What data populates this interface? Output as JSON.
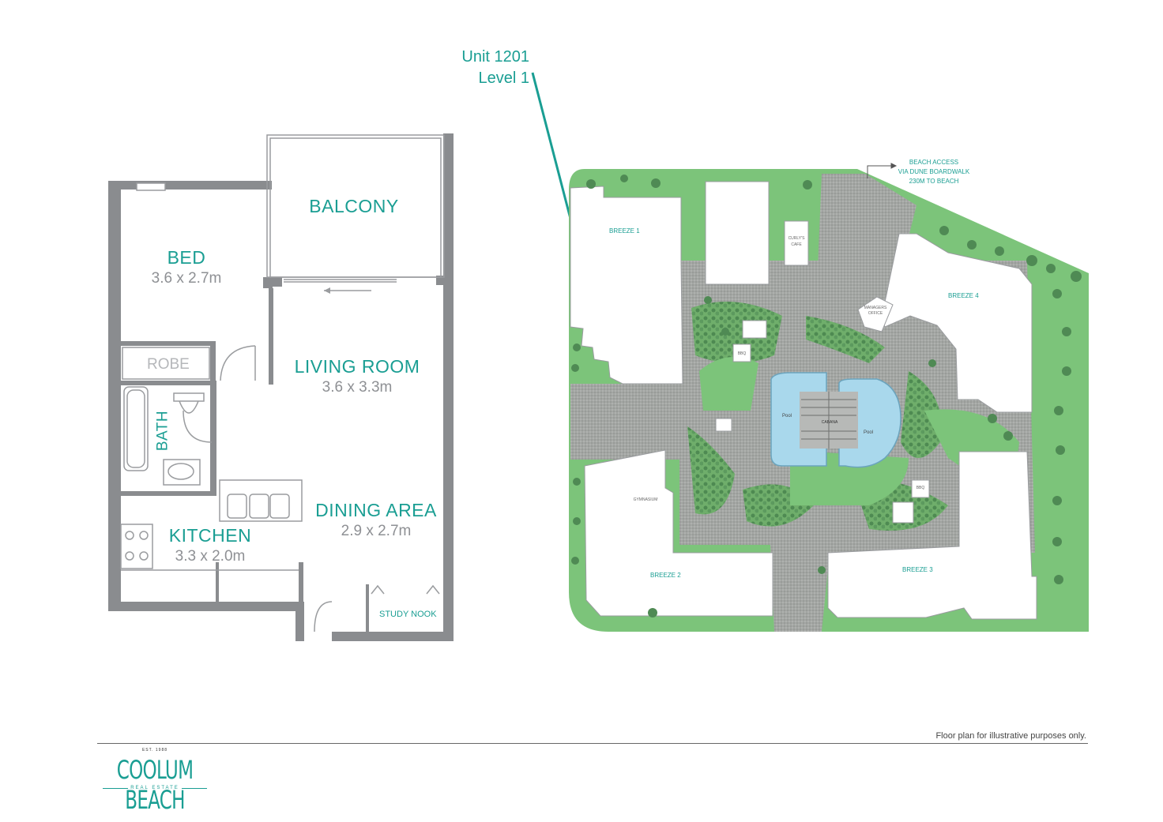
{
  "callout": {
    "unit": "Unit 1201",
    "level": "Level 1"
  },
  "rooms": {
    "balcony": "BALCONY",
    "bed": {
      "name": "BED",
      "dims": "3.6 x 2.7m"
    },
    "robe": "ROBE",
    "bath": "BATH",
    "living": {
      "name": "LIVING ROOM",
      "dims": "3.6 x 3.3m"
    },
    "dining": {
      "name": "DINING AREA",
      "dims": "2.9 x 2.7m"
    },
    "kitchen": {
      "name": "KITCHEN",
      "dims": "3.3 x 2.0m"
    },
    "study": "STUDY NOOK"
  },
  "site": {
    "beach_access": [
      "BEACH ACCESS",
      "VIA DUNE BOARDWALK",
      "230M TO BEACH"
    ],
    "breeze1": "BREEZE 1",
    "breeze2": "BREEZE 2",
    "breeze3": "BREEZE 3",
    "breeze4": "BREEZE 4",
    "cafe": [
      "CURLY'S",
      "CAFE"
    ],
    "managers": [
      "MANAGERS",
      "OFFICE"
    ],
    "bbq1": "BBQ",
    "bbq2": "BBQ",
    "pool1": "Pool",
    "pool2": "Pool",
    "cabana": "CABANA",
    "gymnasium": "GYMNASIUM"
  },
  "footer": {
    "disclaimer": "Floor plan for illustrative purposes only.",
    "logo_est": "EST. 1988",
    "logo_name": "COOLUM BEACH",
    "logo_sub": "REAL ESTATE"
  },
  "colors": {
    "accent": "#1a9e93",
    "wall": "#8a8c8f",
    "lawn": "#7cc47a",
    "paving": "#a3a6a3",
    "pool": "#a9d8ec"
  }
}
